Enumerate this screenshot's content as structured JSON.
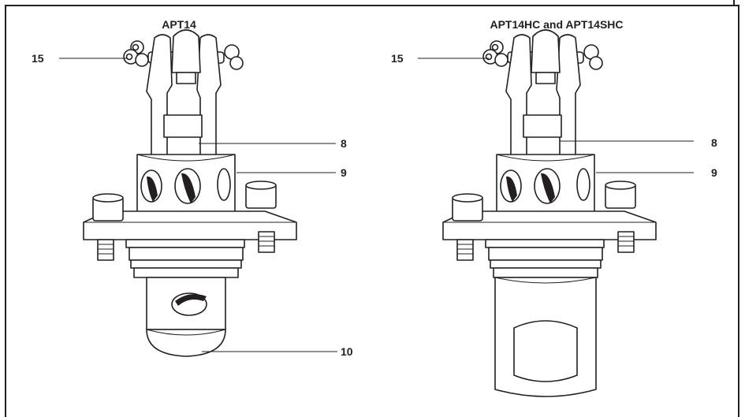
{
  "views": [
    {
      "title": "APT14",
      "callouts": {
        "a": "15",
        "b": "8",
        "c": "9",
        "d": "10"
      }
    },
    {
      "title": "APT14HC and APT14SHC",
      "callouts": {
        "a": "15",
        "b": "8",
        "c": "9"
      }
    }
  ]
}
